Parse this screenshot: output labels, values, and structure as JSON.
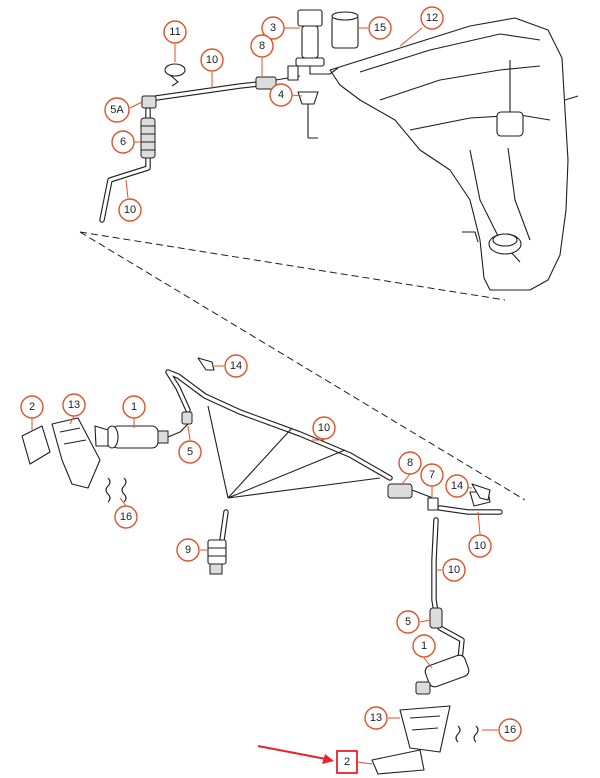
{
  "callouts": {
    "c11": "11",
    "c3": "3",
    "c15": "15",
    "c12": "12",
    "c8_top": "8",
    "c10_top": "10",
    "c5a": "5A",
    "c4": "4",
    "c6": "6",
    "c10_left": "10",
    "c14_mid": "14",
    "c2_left": "2",
    "c13_left": "13",
    "c1_left": "1",
    "c5_mid": "5",
    "c10_mid": "10",
    "c16_left": "16",
    "c8_right": "8",
    "c7": "7",
    "c14_right": "14",
    "c9": "9",
    "c10_right_a": "10",
    "c10_right_b": "10",
    "c5_right": "5",
    "c1_right": "1",
    "c13_right": "13",
    "c16_right": "16",
    "c2_bottom": "2"
  },
  "colors": {
    "callout_stroke": "#e0522a",
    "highlight": "#e8242a",
    "line": "#1f1f1f"
  },
  "highlight": {
    "target": "c2_bottom",
    "icon": "red-arrow-icon"
  }
}
